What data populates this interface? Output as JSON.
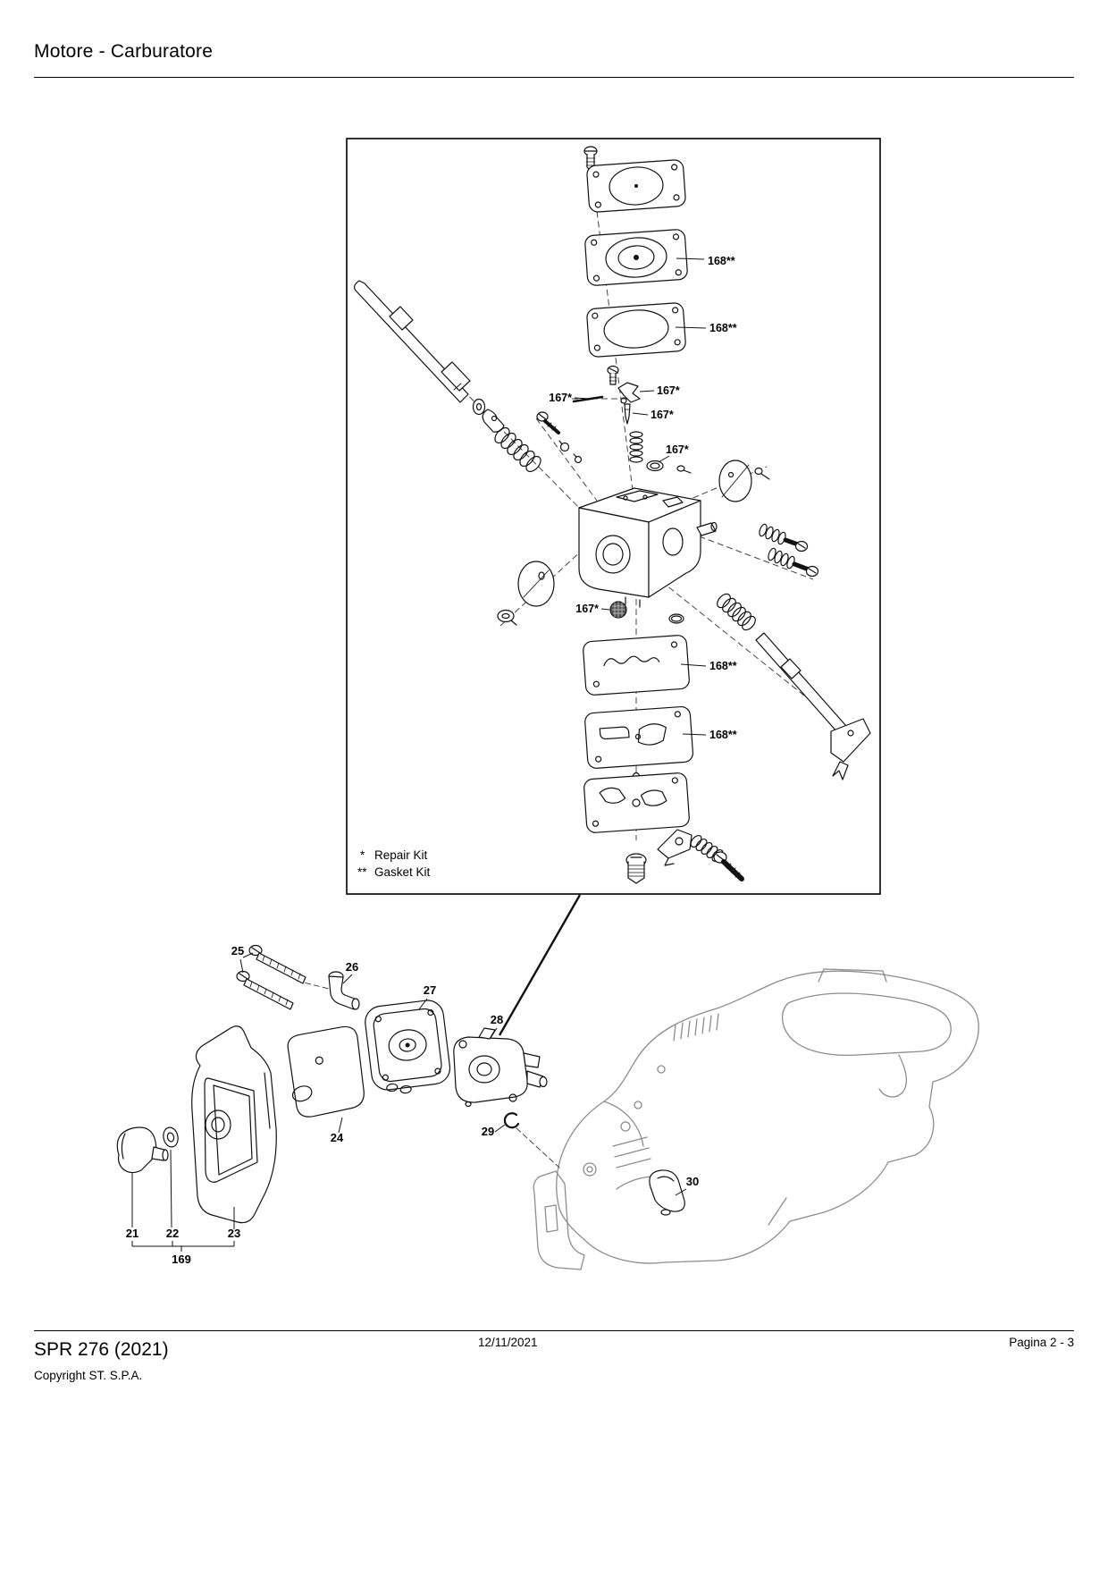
{
  "header": {
    "title": "Motore - Carburatore"
  },
  "diagram": {
    "legend": {
      "repair_symbol": "*",
      "repair_label": "Repair Kit",
      "gasket_symbol": "**",
      "gasket_label": "Gasket Kit"
    },
    "callouts": {
      "metering_diaphragm": "168**",
      "metering_gasket": "168**",
      "lever_pin": "167*",
      "lever": "167*",
      "inlet_needle": "167*",
      "welch_plug": "167*",
      "inlet_screen": "167*",
      "pump_gasket": "168**",
      "pump_diaphragm": "168**"
    },
    "part_numbers": {
      "n21": "21",
      "n22": "22",
      "n23": "23",
      "n24": "24",
      "n25": "25",
      "n26": "26",
      "n27": "27",
      "n28": "28",
      "n29": "29",
      "n30": "30",
      "n169": "169"
    }
  },
  "footer": {
    "model": "SPR 276 (2021)",
    "copyright": "Copyright ST. S.P.A.",
    "date": "12/11/2021",
    "page_label": "Pagina 2 - 3"
  }
}
